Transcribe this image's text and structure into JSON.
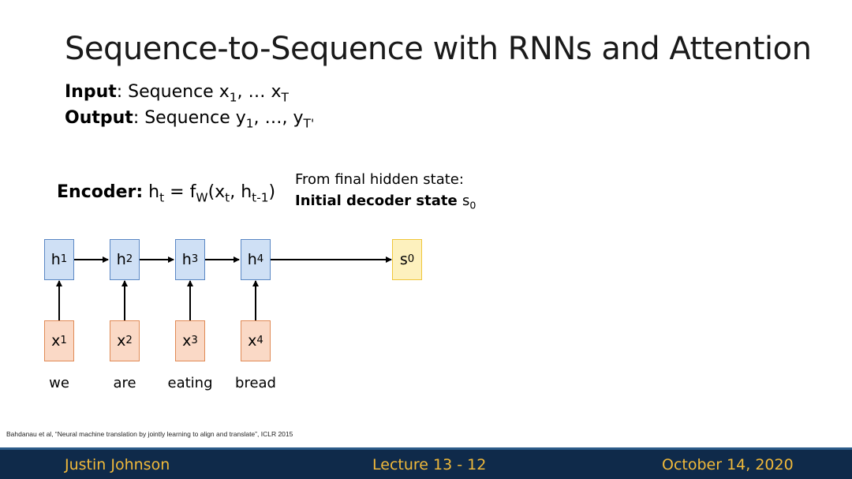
{
  "title": "Sequence-to-Sequence with RNNs and Attention",
  "input_line": {
    "label": "Input",
    "prefix": ": Sequence x",
    "s1": "1",
    "mid": ", … x",
    "s2": "T"
  },
  "output_line": {
    "label": "Output",
    "prefix": ": Sequence y",
    "s1": "1",
    "mid": ", …, y",
    "s2": "T'"
  },
  "encoder": {
    "label": "Encoder:",
    "f_h": "h",
    "f_t": "t",
    "f_eq": " = f",
    "f_w": "W",
    "f_open": "(x",
    "f_t2": "t",
    "f_comma": ", h",
    "f_tm1": "t-1",
    "f_close": ")"
  },
  "note": {
    "line1": "From final hidden state:",
    "line2_bold": "Initial decoder state ",
    "s_main": "s",
    "s_sub": "0"
  },
  "hidden": [
    {
      "main": "h",
      "sub": "1"
    },
    {
      "main": "h",
      "sub": "2"
    },
    {
      "main": "h",
      "sub": "3"
    },
    {
      "main": "h",
      "sub": "4"
    }
  ],
  "inputs": [
    {
      "main": "x",
      "sub": "1"
    },
    {
      "main": "x",
      "sub": "2"
    },
    {
      "main": "x",
      "sub": "3"
    },
    {
      "main": "x",
      "sub": "4"
    }
  ],
  "words": [
    "we",
    "are",
    "eating",
    "bread"
  ],
  "decoder_state": {
    "main": "s",
    "sub": "0"
  },
  "colors": {
    "hidden_fill": "#cfe0f5",
    "input_fill": "#fad9c6",
    "state_fill": "#fdf1be",
    "footer_bg": "#0f2a4a",
    "footer_text": "#f0b93a"
  },
  "citation": "Bahdanau et al, “Neural machine translation by jointly learning to align and translate”, ICLR 2015",
  "footer": {
    "author": "Justin Johnson",
    "lecture": "Lecture 13 - 12",
    "date": "October 14, 2020"
  }
}
